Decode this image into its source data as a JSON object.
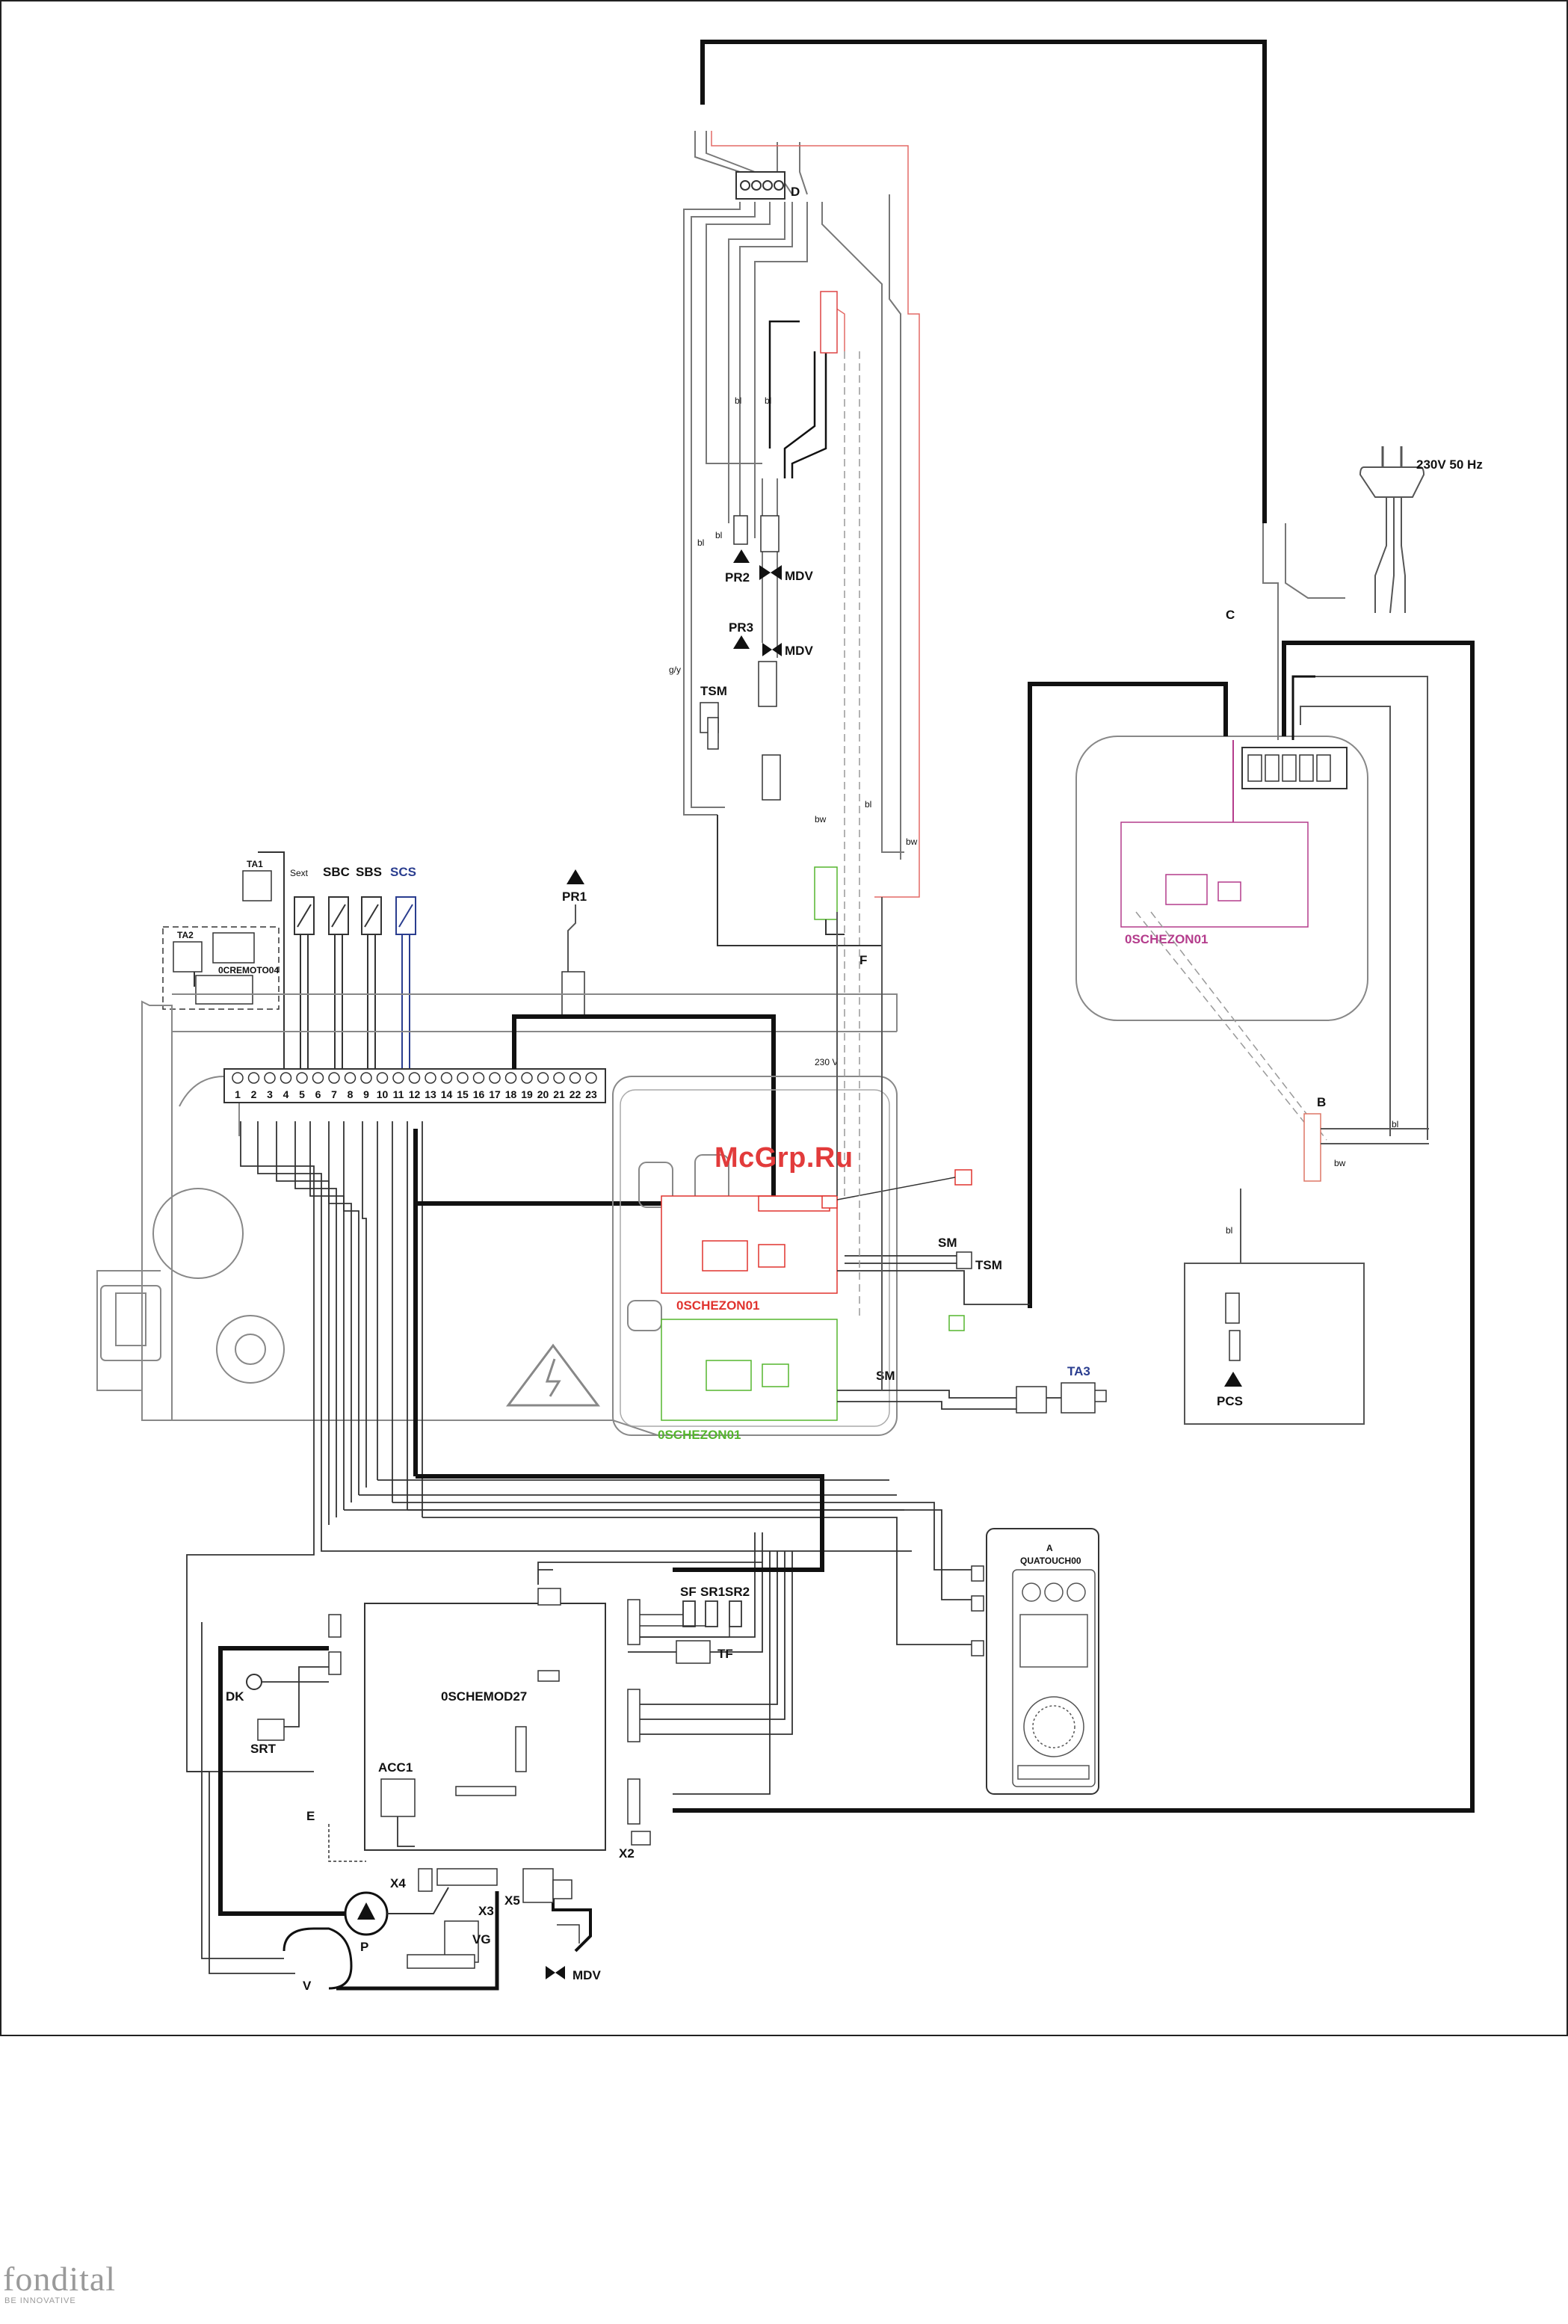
{
  "watermark": "McGrp.Ru",
  "brand": {
    "name": "fondital",
    "tagline": "BE INNOVATIVE"
  },
  "power": {
    "label": "230V 50 Hz"
  },
  "boards": {
    "main_red": "0SCHEZON01",
    "main_green": "0SCHEZON01",
    "remote": "0SCHEZON01",
    "module": "0SCHEMOD27",
    "display_code": "A",
    "display": "QUATOUCH00"
  },
  "remote_unit": "0CREMOTO04",
  "sensors": {
    "sext": "Sext",
    "sbc": "SBC",
    "sbs": "SBS",
    "scs": "SCS"
  },
  "terminals": [
    "1",
    "2",
    "3",
    "4",
    "5",
    "6",
    "7",
    "8",
    "9",
    "10",
    "11",
    "12",
    "13",
    "14",
    "15",
    "16",
    "17",
    "18",
    "19",
    "20",
    "21",
    "22",
    "23"
  ],
  "components": {
    "pr1": "PR1",
    "pr2": "PR2",
    "pr3": "PR3",
    "mdv_top": "MDV",
    "mdv_mid": "MDV",
    "mdv_bottom": "MDV",
    "tsm_top": "TSM",
    "tsm_right": "TSM",
    "sm_top": "SM",
    "sm_bottom": "SM",
    "ta1": "TA1",
    "ta2": "TA2",
    "ta3": "TA3",
    "pcs": "PCS",
    "dk": "DK",
    "srt": "SRT",
    "acc1": "ACC1",
    "e": "E",
    "x2": "X2",
    "x3": "X3",
    "x4": "X4",
    "x5": "X5",
    "p": "P",
    "vg": "VG",
    "v": "V",
    "sf": "SF",
    "sr1": "SR1",
    "sr2": "SR2",
    "tf": "TF",
    "d": "D",
    "c": "C",
    "b": "B",
    "f": "F"
  },
  "wire_codes": {
    "bl": "bl",
    "bw": "bw",
    "gy": "g/y"
  },
  "voltage_mark": "230 V"
}
